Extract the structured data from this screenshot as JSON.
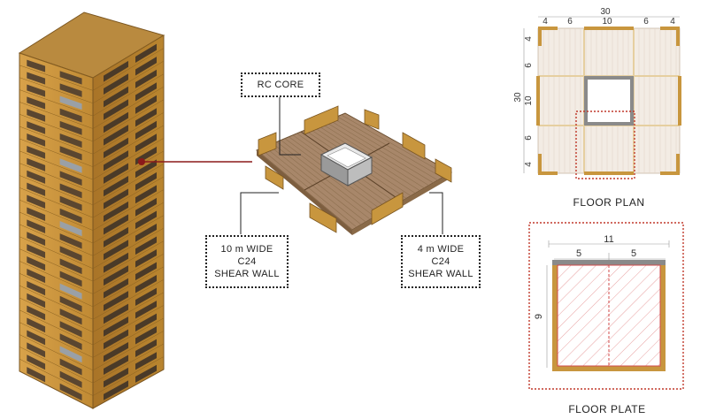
{
  "callouts": {
    "rc_core": "RC CORE",
    "wall_10m": [
      "10 m WIDE",
      "C24",
      "SHEAR WALL"
    ],
    "wall_4m": [
      "4 m WIDE",
      "C24",
      "SHEAR WALL"
    ]
  },
  "floor_plan": {
    "caption": "FLOOR PLAN",
    "dim_top_total": "30",
    "dim_top_segments": [
      "4",
      "6",
      "10",
      "6",
      "4"
    ],
    "dim_left_total": "30",
    "dim_left_segments": [
      "4",
      "6",
      "10",
      "6",
      "4"
    ]
  },
  "floor_plate": {
    "caption": "FLOOR PLATE",
    "dim_width_total": "11",
    "dim_width_segments": [
      "5",
      "5"
    ],
    "dim_height": "9"
  },
  "colors": {
    "timber": "#c8963e",
    "timber_dark": "#8a6120",
    "core": "#9a9a9a",
    "leader": "#8b1a1a",
    "detail_border": "#c0392b"
  }
}
